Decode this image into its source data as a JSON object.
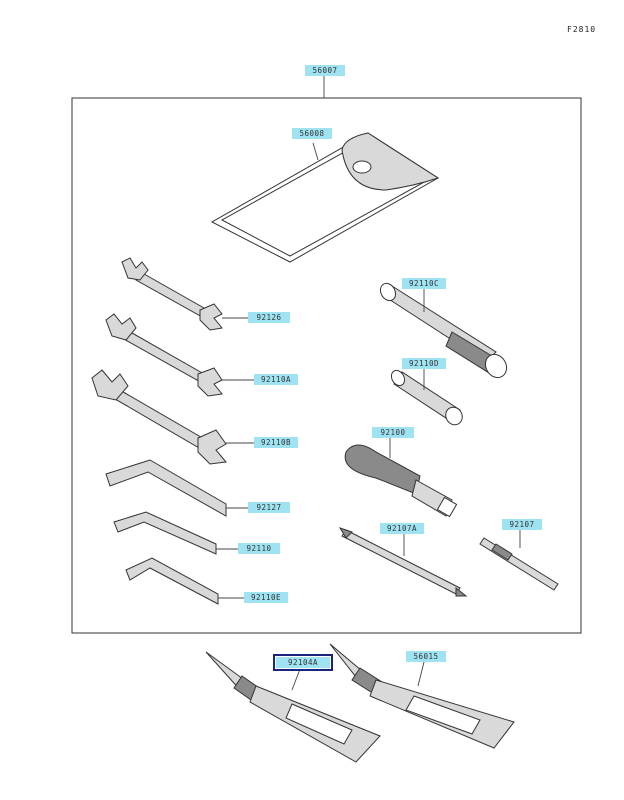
{
  "figure_code": "F2810",
  "parts": [
    {
      "id": "kit",
      "label": "56007"
    },
    {
      "id": "pouch",
      "label": "56008"
    },
    {
      "id": "wrench-a",
      "label": "92126"
    },
    {
      "id": "wrench-b",
      "label": "92110A"
    },
    {
      "id": "wrench-c",
      "label": "92110B"
    },
    {
      "id": "hex-key-a",
      "label": "92127"
    },
    {
      "id": "hex-key-b",
      "label": "92110"
    },
    {
      "id": "hex-key-c",
      "label": "92110E"
    },
    {
      "id": "box-wrench-a",
      "label": "92110C"
    },
    {
      "id": "box-wrench-b",
      "label": "92110D"
    },
    {
      "id": "handle",
      "label": "92100"
    },
    {
      "id": "screwdriver-a",
      "label": "92107A"
    },
    {
      "id": "screwdriver-b",
      "label": "92107"
    },
    {
      "id": "grease-tube-a",
      "label": "92104A"
    },
    {
      "id": "grease-tube-b",
      "label": "56015"
    }
  ]
}
